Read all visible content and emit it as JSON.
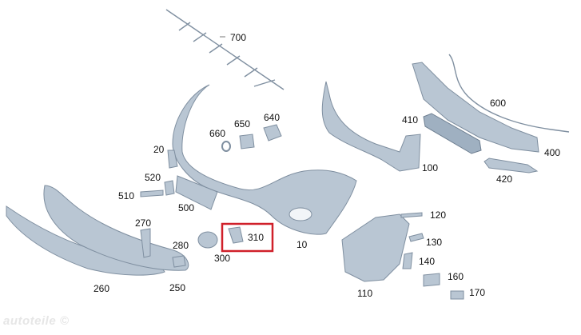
{
  "diagram": {
    "labels": {
      "p700": "700",
      "p600": "600",
      "p660": "660",
      "p650": "650",
      "p640": "640",
      "p410": "410",
      "p400": "400",
      "p20": "20",
      "p520": "520",
      "p510": "510",
      "p500": "500",
      "p100": "100",
      "p420": "420",
      "p270": "270",
      "p280": "280",
      "p310": "310",
      "p300": "300",
      "p10": "10",
      "p120": "120",
      "p130": "130",
      "p140": "140",
      "p160": "160",
      "p170": "170",
      "p110": "110",
      "p260": "260",
      "p250": "250"
    },
    "highlight_color": "#d0202a",
    "part_color": "#b9c6d3",
    "watermark": "autoteile ©"
  }
}
